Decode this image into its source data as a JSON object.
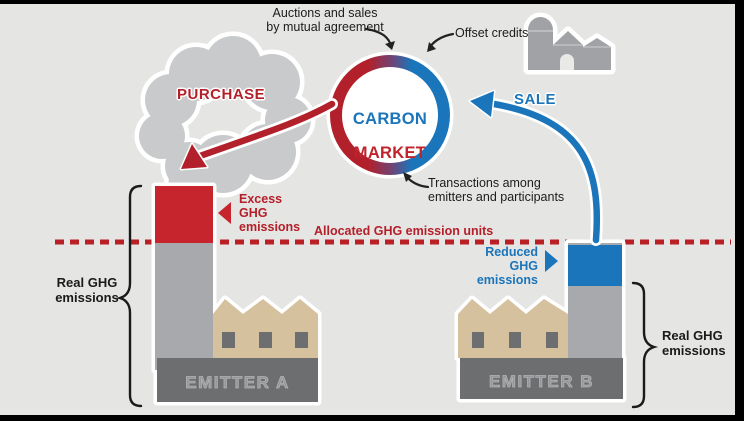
{
  "title": "Carbon market cap-and-trade diagram",
  "labels": {
    "auctions": "Auctions and sales\nby mutual agreement",
    "offset_credits": "Offset credits",
    "purchase": "PURCHASE",
    "sale": "SALE",
    "market_line1": "CARBON",
    "market_line2": "MARKET",
    "transactions": "Transactions among\nemitters and participants",
    "excess": "Excess\nGHG\nemissions",
    "allocated": "Allocated GHG emission units",
    "reduced": "Reduced\nGHG\nemissions",
    "real_a": "Real GHG\nemissions",
    "real_b": "Real GHG\nemissions",
    "emitter_a": "EMITTER A",
    "emitter_b": "EMITTER B"
  },
  "icons": {
    "farm": "farm-barn-icon",
    "smoke": "smoke-cloud-icon",
    "factory_a": "factory-icon",
    "factory_b": "factory-icon",
    "purchase_arrow": "curved-arrow-left-icon",
    "sale_arrow": "curved-arrow-left-icon",
    "excess_pointer": "triangle-left-icon",
    "reduced_pointer": "triangle-right-icon"
  },
  "colors": {
    "background": "#e5e5e3",
    "red": "#c0232b",
    "red_text": "#b4202a",
    "blue": "#1b75bb",
    "chimney_gray": "#a7a9ac",
    "cloud_gray": "#c9cacb",
    "factory_tan": "#d6c19f",
    "base_dark": "#6d6e70",
    "allocated_line": "#b92025"
  }
}
